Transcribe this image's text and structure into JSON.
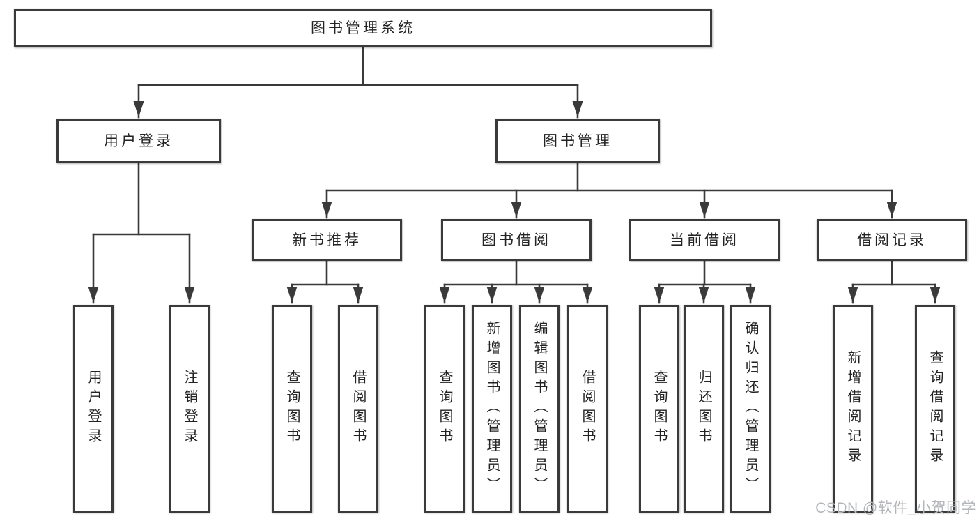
{
  "title": "图书管理系统",
  "level2": {
    "user_login": "用户登录",
    "book_management": "图书管理"
  },
  "level3": {
    "new_book_recommend": "新书推荐",
    "book_borrow": "图书借阅",
    "current_borrow": "当前借阅",
    "borrow_records": "借阅记录"
  },
  "leaves": {
    "user_login": "用户登录",
    "logout": "注销登录",
    "recommend_query_books": "查询图书",
    "recommend_borrow_books": "借阅图书",
    "borrow_query_books": "查询图书",
    "borrow_add_books": "新增图书（管理员）",
    "borrow_edit_books": "编辑图书（管理员）",
    "borrow_borrow_books": "借阅图书",
    "current_query_books": "查询图书",
    "current_return_books": "归还图书",
    "current_confirm_return": "确认归还（管理员）",
    "records_add_record": "新增借阅记录",
    "records_query_record": "查询借阅记录"
  },
  "watermark": "CSDN @软件_小贺同学",
  "colors": {
    "line": "#3a3a3a",
    "text": "#232323",
    "watermark": "#b3b6ba",
    "background": "#ffffff"
  }
}
